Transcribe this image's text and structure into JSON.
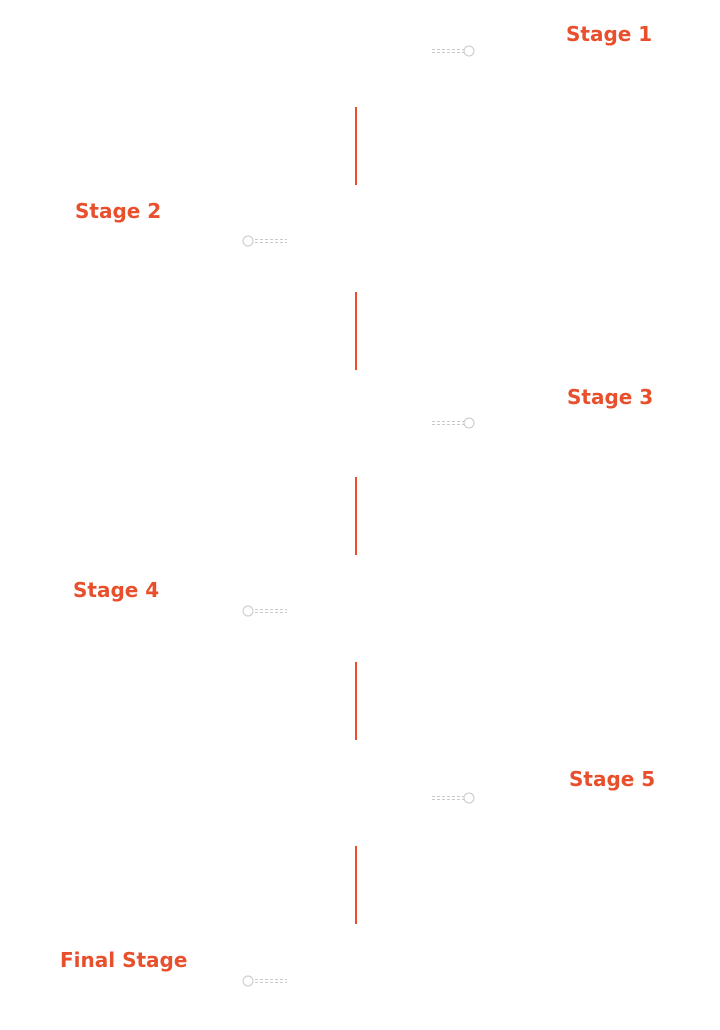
{
  "colors": {
    "accent": "#e8502d",
    "connector": "#c9c9c9"
  },
  "icons": {
    "connector": "dashed-circle-connector-icon"
  },
  "stages": [
    {
      "label": "Stage 1",
      "side": "right"
    },
    {
      "label": "Stage 2",
      "side": "left"
    },
    {
      "label": "Stage 3",
      "side": "right"
    },
    {
      "label": "Stage 4",
      "side": "left"
    },
    {
      "label": "Stage 5",
      "side": "right"
    },
    {
      "label": "Final Stage",
      "side": "left"
    }
  ]
}
